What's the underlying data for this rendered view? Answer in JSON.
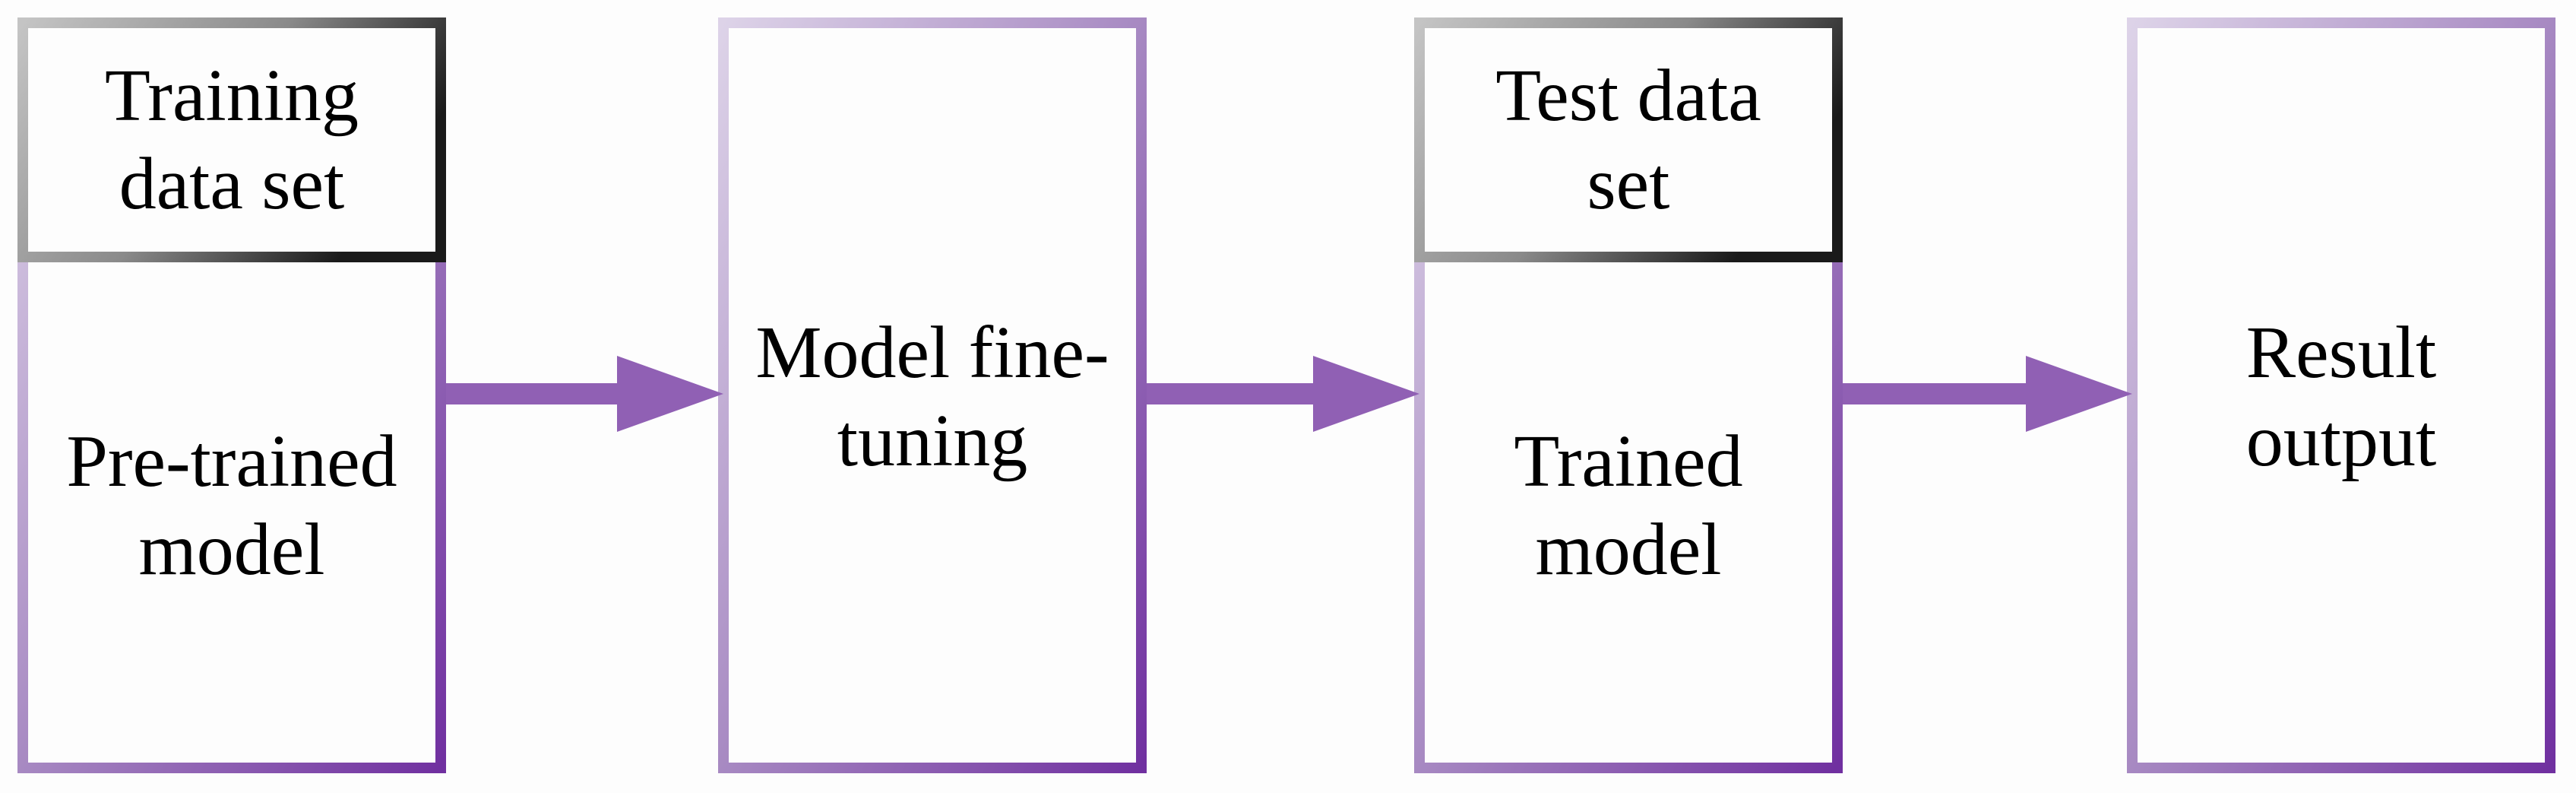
{
  "stages": [
    {
      "top_label": "Training\ndata set",
      "main_label": "Pre-trained\nmodel"
    },
    {
      "main_label": "Model fine-\ntuning"
    },
    {
      "top_label": "Test data\nset",
      "main_label": "Trained\nmodel"
    },
    {
      "main_label": "Result\noutput"
    }
  ],
  "colors": {
    "purple_dark": "#7030a0",
    "purple_light": "#ddd3e8",
    "gray_light": "#c0c0c0",
    "gray_dark": "#1a1a1a",
    "arrow": "#9060b4"
  }
}
